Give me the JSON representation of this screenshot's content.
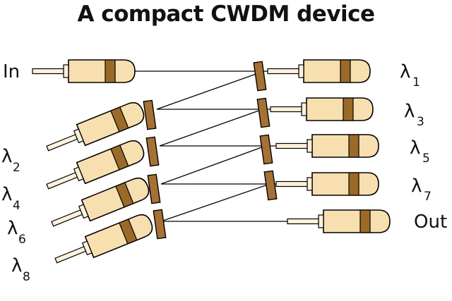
{
  "title": "A compact CWDM device",
  "labels": {
    "in": "In",
    "out": "Out",
    "lambda": "λ",
    "l1": "1",
    "l2": "2",
    "l3": "3",
    "l4": "4",
    "l5": "5",
    "l6": "6",
    "l7": "7",
    "l8": "8"
  },
  "colors": {
    "collimator_body": "#f8dfb0",
    "collimator_band": "#9b6a28",
    "filter": "#a57135",
    "outline": "#000000",
    "fiber": "#fff1dc",
    "beam": "#000000"
  }
}
